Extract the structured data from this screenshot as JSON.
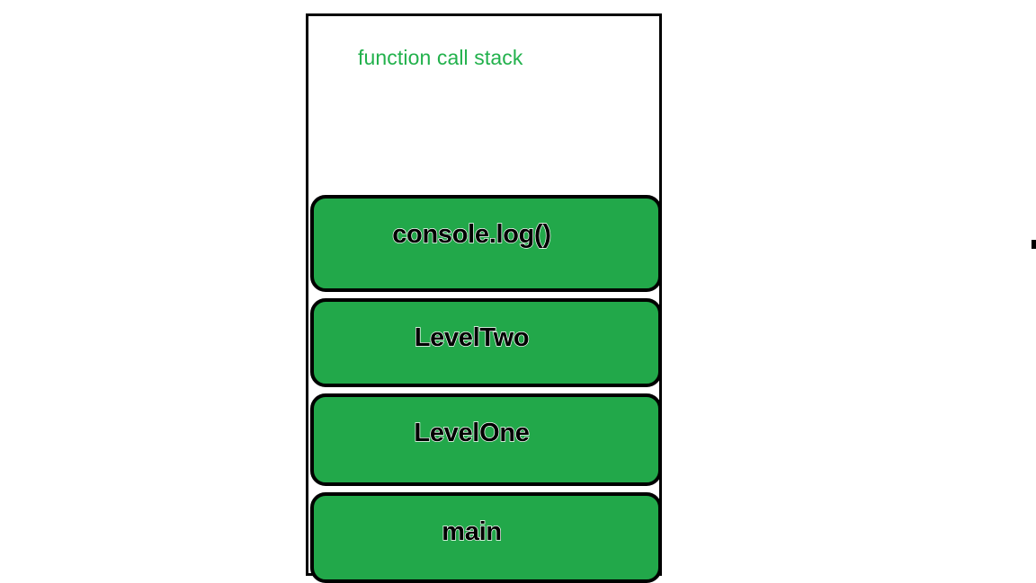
{
  "diagram": {
    "title": "function call stack",
    "title_color": "#22b14c",
    "frame_border_color": "#000000",
    "frame_background": "#ffffff",
    "frames": [
      {
        "label": "console.log()",
        "fill": "#22a84a",
        "border": "#000000"
      },
      {
        "label": "LevelTwo",
        "fill": "#22a84a",
        "border": "#000000"
      },
      {
        "label": "LevelOne",
        "fill": "#22a84a",
        "border": "#000000"
      },
      {
        "label": "main",
        "fill": "#22a84a",
        "border": "#000000"
      }
    ]
  }
}
